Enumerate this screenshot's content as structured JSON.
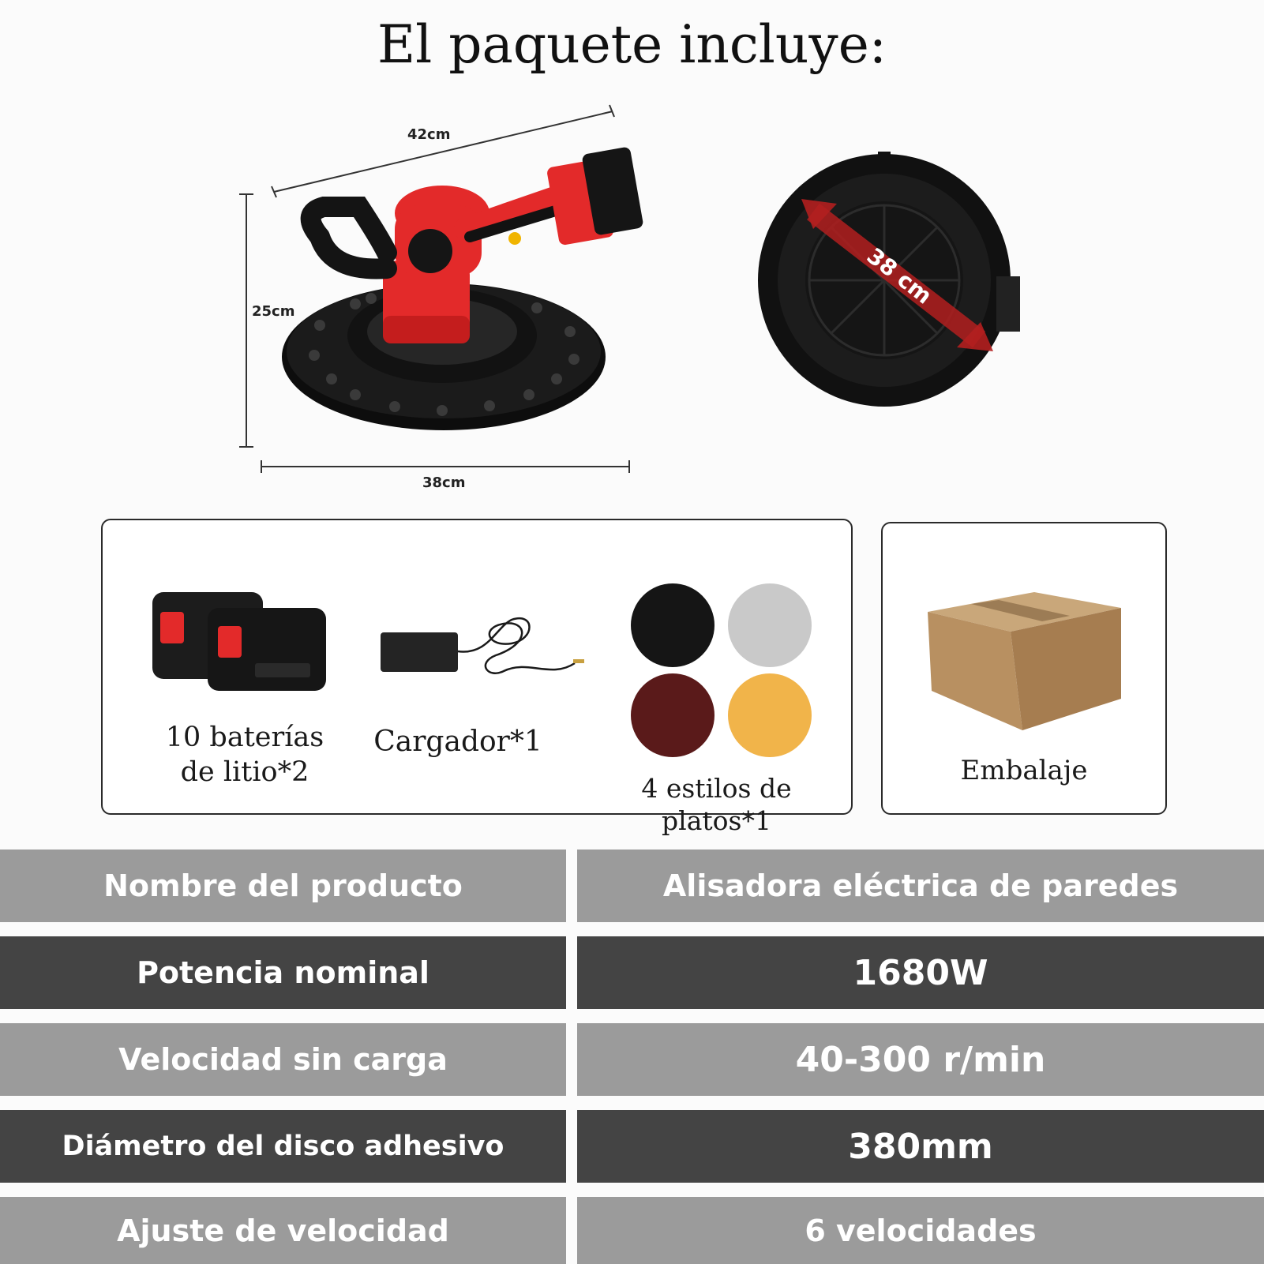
{
  "page": {
    "title": "El paquete incluye:"
  },
  "dimensions": {
    "length": "42cm",
    "height": "25cm",
    "width": "38cm",
    "disc_diameter": "38 cm"
  },
  "package_items": [
    {
      "label_line1": "10 baterías",
      "label_line2": "de litio*2",
      "icon": "battery-icon"
    },
    {
      "label": "Cargador*1",
      "icon": "charger-icon"
    },
    {
      "label": "4 estilos de platos*1",
      "icon": "sanding-discs-icon",
      "disc_colors": [
        "#151515",
        "#c9c9c9",
        "#5a1a1a",
        "#f1b44a"
      ]
    },
    {
      "label": "Embalaje",
      "icon": "cardboard-box-icon"
    }
  ],
  "specs": [
    {
      "name": "Nombre del producto",
      "value": "Alisadora eléctrica de paredes"
    },
    {
      "name": "Potencia nominal",
      "value": "1680W"
    },
    {
      "name": "Velocidad sin carga",
      "value": "40-300 r/min"
    },
    {
      "name": "Diámetro del disco adhesivo",
      "value": "380mm"
    },
    {
      "name": "Ajuste de velocidad",
      "value": "6 velocidades"
    }
  ],
  "colors": {
    "accent_red": "#e32a2a",
    "row_light": "#9b9b9b",
    "row_dark": "#444444"
  }
}
